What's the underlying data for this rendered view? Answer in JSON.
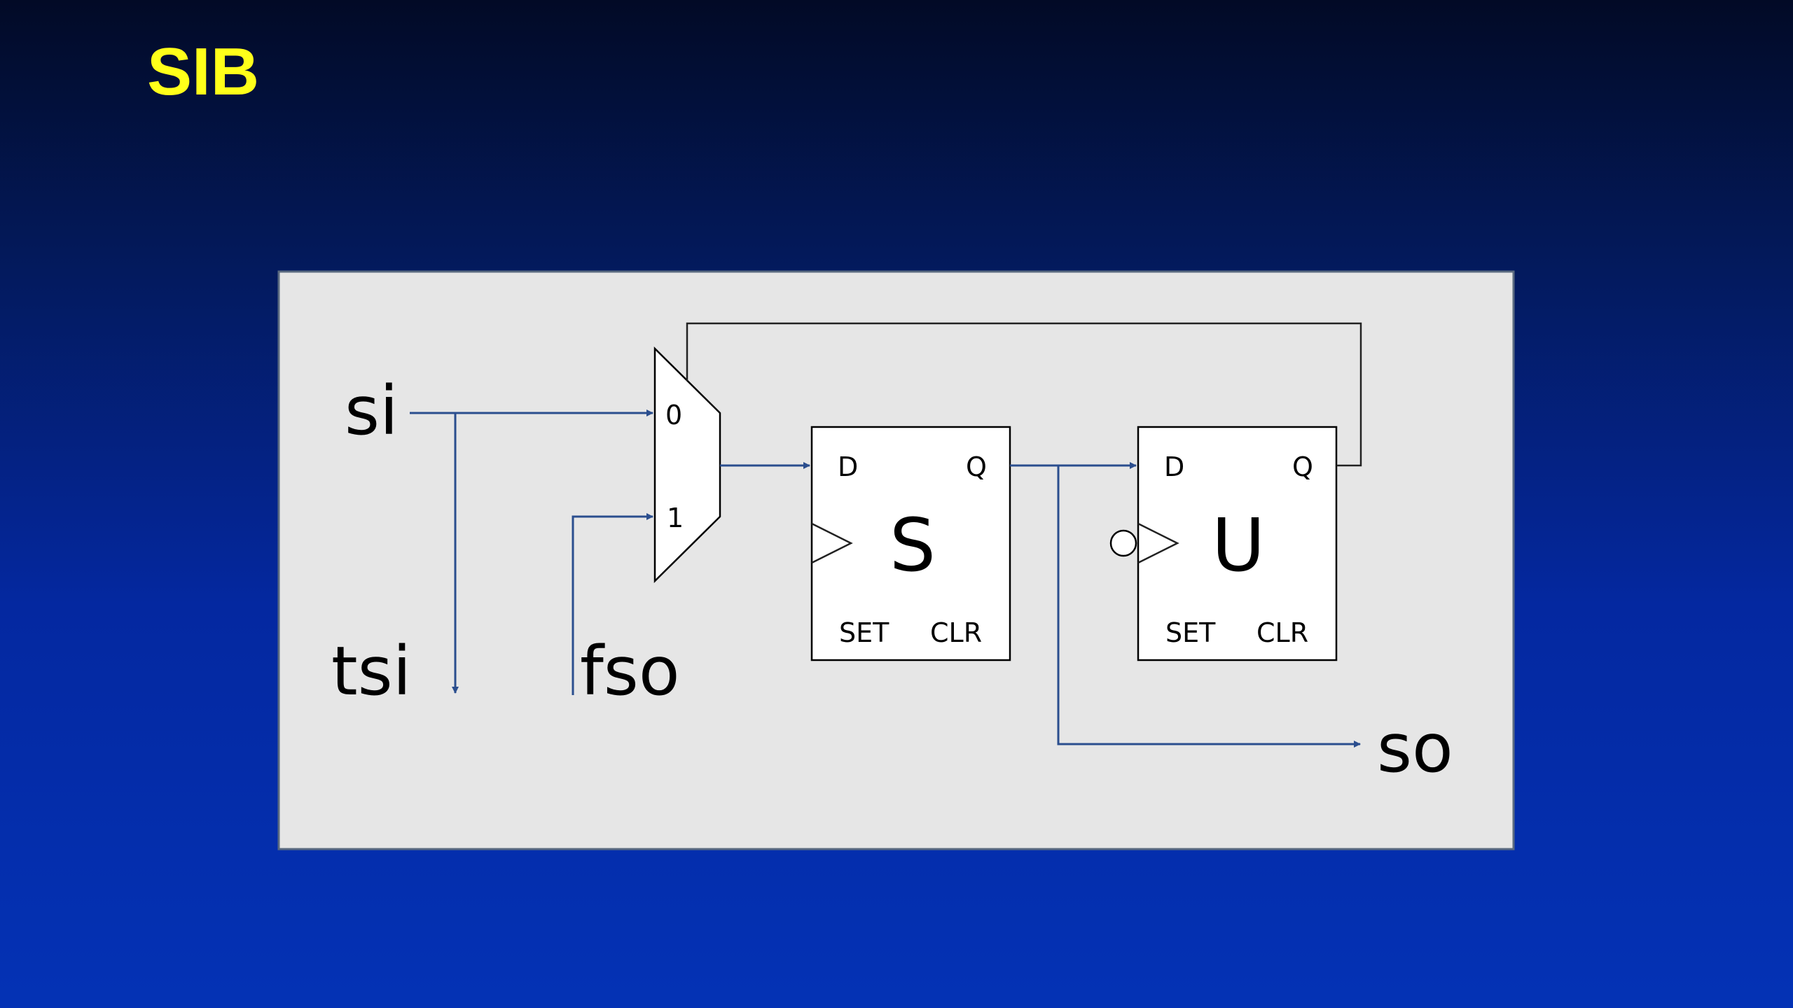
{
  "title": "SIB",
  "signals": {
    "si": "si",
    "tsi": "tsi",
    "fso": "fso",
    "so": "so"
  },
  "mux": {
    "input0": "0",
    "input1": "1"
  },
  "flipflop_s": {
    "name": "S",
    "d": "D",
    "q": "Q",
    "set": "SET",
    "clr": "CLR"
  },
  "flipflop_u": {
    "name": "U",
    "d": "D",
    "q": "Q",
    "set": "SET",
    "clr": "CLR"
  },
  "colors": {
    "title": "#ffff1a",
    "wire": "#2b4e8e",
    "panel": "#e6e6e6"
  }
}
